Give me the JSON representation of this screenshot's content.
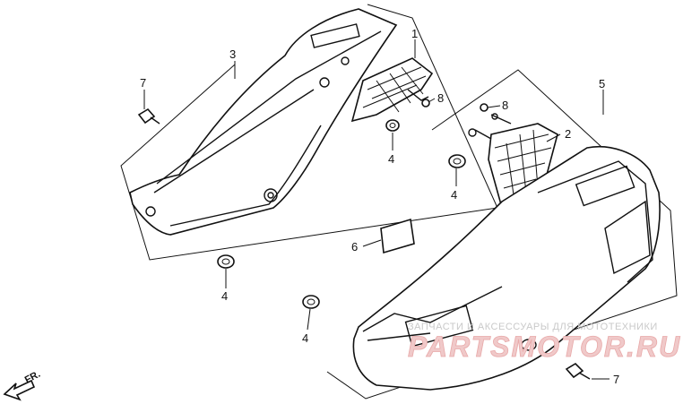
{
  "callouts": {
    "c1": "1",
    "c2": "2",
    "c3": "3",
    "c4a": "4",
    "c4b": "4",
    "c4c": "4",
    "c4d": "4",
    "c5": "5",
    "c6": "6",
    "c7a": "7",
    "c7b": "7",
    "c8a": "8",
    "c8b": "8"
  },
  "direction_label": "FR.",
  "watermark": {
    "tagline": "ЗАПЧАСТИ И АКСЕССУАРЫ ДЛЯ МОТОТЕХНИКИ",
    "brand": "PARTSMOTOR.RU"
  },
  "colors": {
    "line": "#111111",
    "watermark_brand": "#f0c9c9"
  }
}
